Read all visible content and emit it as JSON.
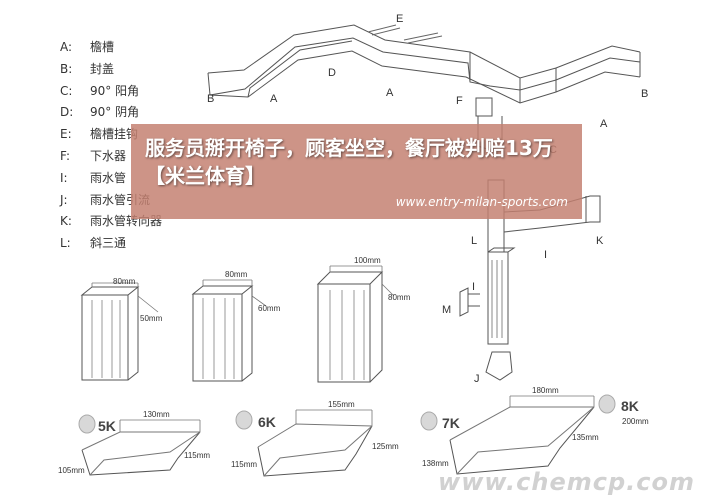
{
  "legend": [
    {
      "key": "A:",
      "text": "檐槽"
    },
    {
      "key": "B:",
      "text": "封盖"
    },
    {
      "key": "C:",
      "text": "90°  阳角"
    },
    {
      "key": "D:",
      "text": "90°  阴角"
    },
    {
      "key": "E:",
      "text": "檐槽挂钩"
    },
    {
      "key": "F:",
      "text": "下水器"
    },
    {
      "key": "I:",
      "text": "雨水管"
    },
    {
      "key": "J:",
      "text": "雨水管引流"
    },
    {
      "key": "K:",
      "text": "雨水管转向器"
    },
    {
      "key": "L:",
      "text": "斜三通"
    }
  ],
  "part_labels": {
    "a": "A",
    "b": "B",
    "c": "C",
    "d": "D",
    "e": "E",
    "f": "F",
    "i": "I",
    "j": "J",
    "k": "K",
    "l": "L",
    "m": "M"
  },
  "pipes": [
    {
      "width": "80mm",
      "depth": "50mm"
    },
    {
      "width": "80mm",
      "depth": "60mm"
    },
    {
      "width": "100mm",
      "depth": "80mm"
    }
  ],
  "gutters": [
    {
      "model": "5K",
      "top": "130mm",
      "left": "105mm",
      "right": "115mm"
    },
    {
      "model": "6K",
      "top": "155mm",
      "left": "115mm",
      "right": "125mm"
    },
    {
      "model": "7K",
      "top": "180mm",
      "left": "138mm",
      "right": "135mm"
    },
    {
      "model": "8K",
      "spec": "200mm"
    }
  ],
  "banner": {
    "headline": "服务员掰开椅子，顾客坐空，餐厅被判赔13万【米兰体育】",
    "site": "www.entry-milan-sports.com"
  },
  "watermark": "www.chemcp.com"
}
